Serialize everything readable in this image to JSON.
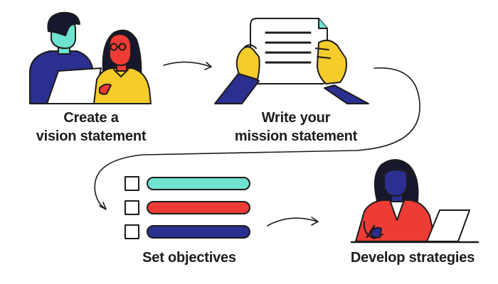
{
  "steps": [
    {
      "id": "vision",
      "lines": [
        "Create a",
        "vision statement"
      ]
    },
    {
      "id": "mission",
      "lines": [
        "Write your",
        "mission statement"
      ]
    },
    {
      "id": "objectives",
      "lines": [
        "Set objectives"
      ]
    },
    {
      "id": "strategies",
      "lines": [
        "Develop strategies"
      ]
    }
  ],
  "colors": {
    "navy": "#2b2f8f",
    "teal": "#6ee3cf",
    "red": "#ee3b36",
    "yellow": "#f5cc2a",
    "ink": "#1c1c1c",
    "paper": "#ffffff",
    "hair": "#17172e"
  },
  "icons": [
    "two-people-at-laptop-illustration",
    "hands-holding-document-illustration",
    "checklist-with-bars-illustration",
    "woman-at-laptop-illustration",
    "flow-arrow-icon"
  ]
}
